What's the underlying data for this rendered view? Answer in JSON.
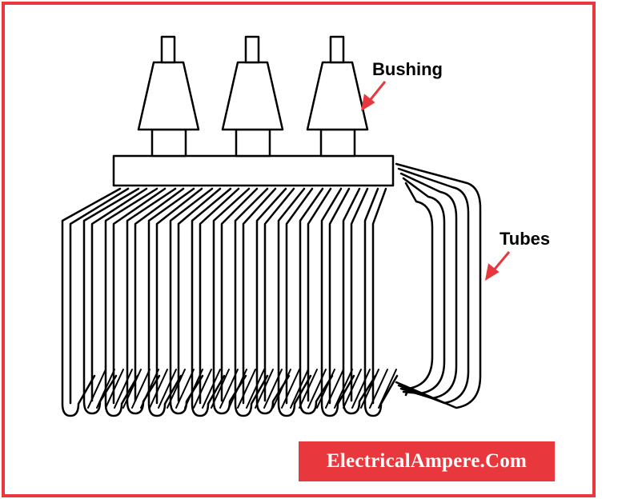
{
  "labels": {
    "bushing": "Bushing",
    "tubes": "Tubes"
  },
  "watermark": "ElectricalAmpere.Com",
  "colors": {
    "frame": "#e8383d",
    "arrow": "#e8383d",
    "watermark_bg": "#e8383d",
    "line_art": "#000000"
  }
}
